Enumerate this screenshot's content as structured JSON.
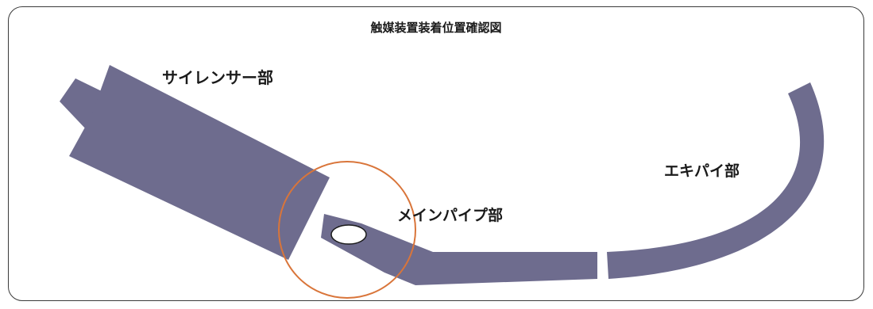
{
  "title": "触媒装置装着位置確認図",
  "labels": {
    "silencer": "サイレンサー部",
    "main_pipe": "メインパイプ部",
    "exhaust_pipe": "エキパイ部"
  },
  "colors": {
    "part_fill": "#6e6c8e",
    "highlight_circle": "#d9753a",
    "catalyst_fill": "#ffffff",
    "frame_border": "#3a3a3a",
    "text": "#1a1a1a"
  }
}
